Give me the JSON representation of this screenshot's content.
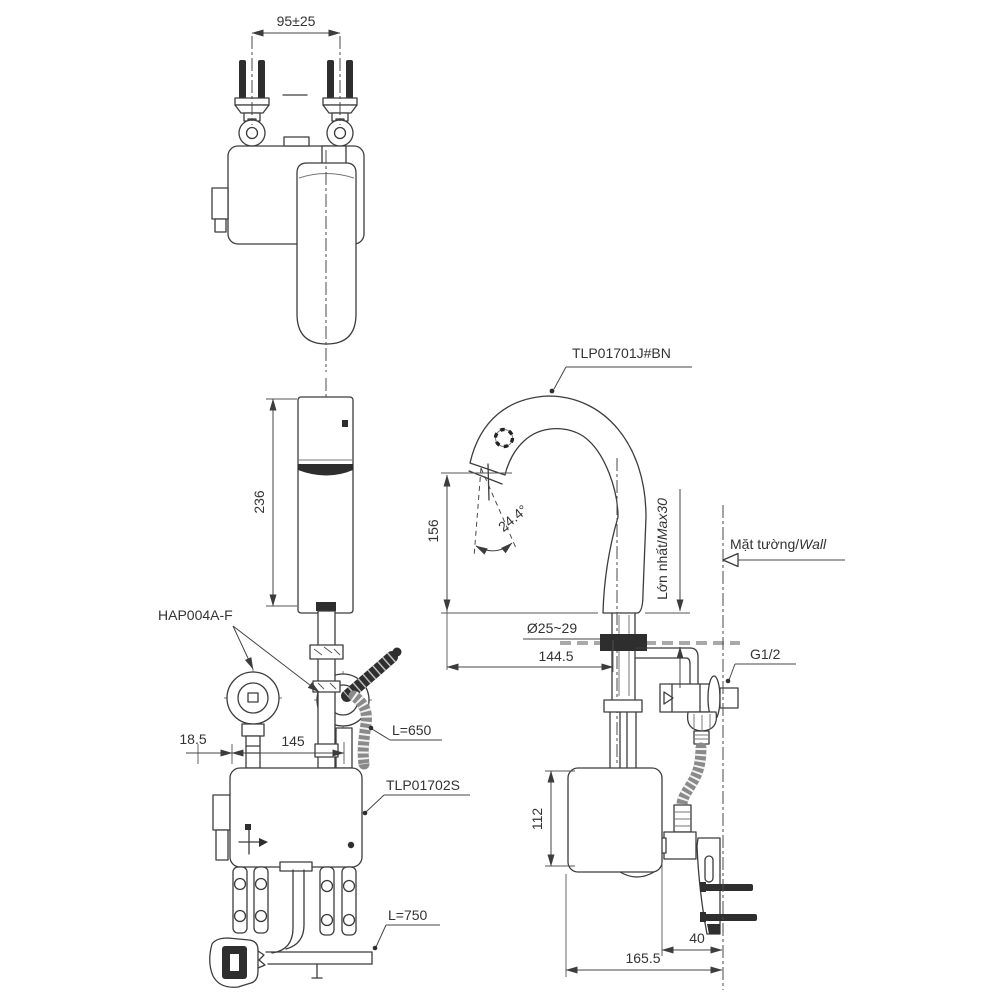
{
  "drawing": {
    "top_view": {
      "dim_bolt_pitch": "95±25"
    },
    "front_view": {
      "dim_body_height": "236",
      "label_supply_parts": "HAP004A-F",
      "dim_left_offset": "18.5",
      "dim_hole_pitch": "145",
      "label_hose_length": "L=650",
      "label_controller_model": "TLP01702S",
      "label_cord_length": "L=750"
    },
    "side_view": {
      "label_faucet_model": "TLP01701J#BN",
      "dim_spout_height": "156",
      "dim_spout_angle": "24.4°",
      "dim_hole_diameter": "Ø25~29",
      "dim_spout_reach": "144.5",
      "dim_deck_max_vi": "Lớn nhất/",
      "dim_deck_max_en": "Max30",
      "label_wall_vi": "Mặt tường/",
      "label_wall_en": "Wall",
      "label_thread_size": "G1/2",
      "dim_controller_height": "112",
      "dim_bracket_offset": "40",
      "dim_wall_distance": "165.5"
    }
  }
}
